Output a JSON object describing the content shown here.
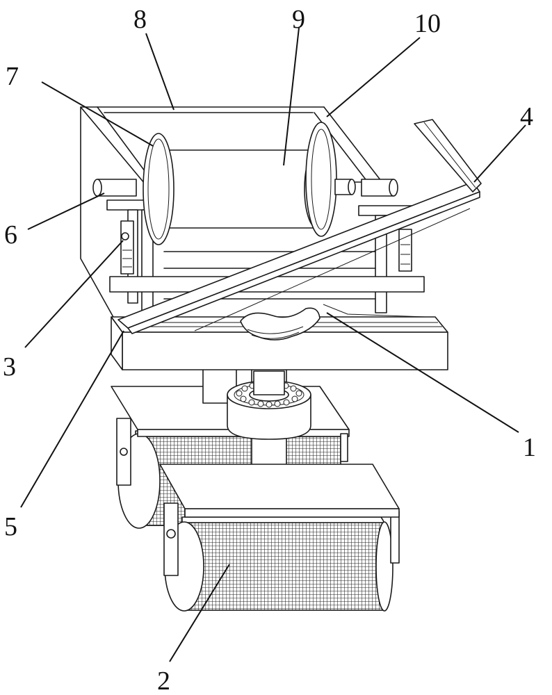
{
  "labels": [
    {
      "id": "1",
      "text": "1"
    },
    {
      "id": "2",
      "text": "2"
    },
    {
      "id": "3",
      "text": "3"
    },
    {
      "id": "4",
      "text": "4"
    },
    {
      "id": "5",
      "text": "5"
    },
    {
      "id": "6",
      "text": "6"
    },
    {
      "id": "7",
      "text": "7"
    },
    {
      "id": "8",
      "text": "8"
    },
    {
      "id": "9",
      "text": "9"
    },
    {
      "id": "10",
      "text": "10"
    }
  ],
  "colors": {
    "line": "#1a1a1a",
    "background": "#ffffff"
  }
}
